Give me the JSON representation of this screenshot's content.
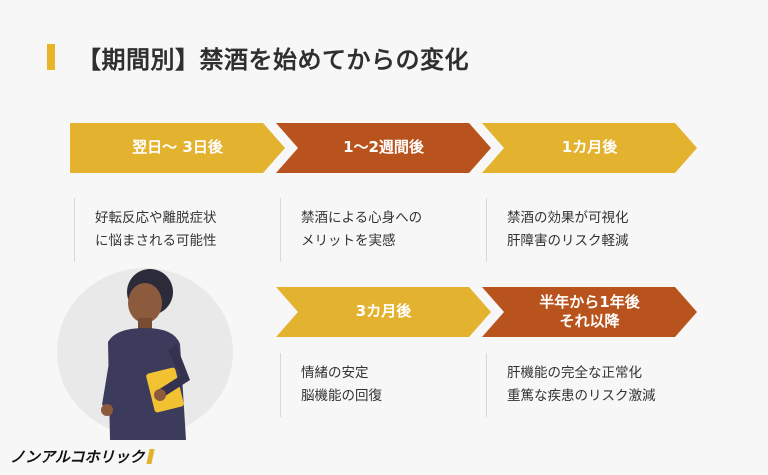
{
  "title": "【期間別】禁酒を始めてからの変化",
  "steps": [
    {
      "label": "翌日～ 3日後",
      "desc1": "好転反応や離脱症状",
      "desc2": "に悩まされる可能性"
    },
    {
      "label": "1～2週間後",
      "desc1": "禁酒による心身への",
      "desc2": "メリットを実感"
    },
    {
      "label": "1カ月後",
      "desc1": "禁酒の効果が可視化",
      "desc2": "肝障害のリスク軽減"
    },
    {
      "label": "3カ月後",
      "desc1": "情緒の安定",
      "desc2": "脳機能の回復"
    },
    {
      "label1": "半年から1年後",
      "label2": "それ以降",
      "desc1": "肝機能の完全な正常化",
      "desc2": "重篤な疾患のリスク激減"
    }
  ],
  "logo": "ノンアルコホリック",
  "colors": {
    "yellow": "#e3b22f",
    "orange": "#b9531d",
    "accent": "#e7b526"
  }
}
